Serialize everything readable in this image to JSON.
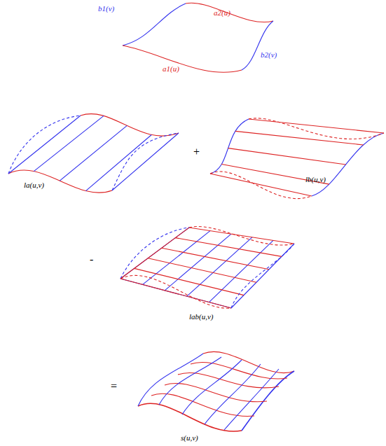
{
  "diagram": {
    "labels": [
      "b1(v)",
      "a2(u)",
      "a1(u)",
      "b2(v)",
      "la(u,v)",
      "+",
      "lb(u,v)",
      "-",
      "lab(u,v)",
      "=",
      "s(u,v)"
    ]
  }
}
